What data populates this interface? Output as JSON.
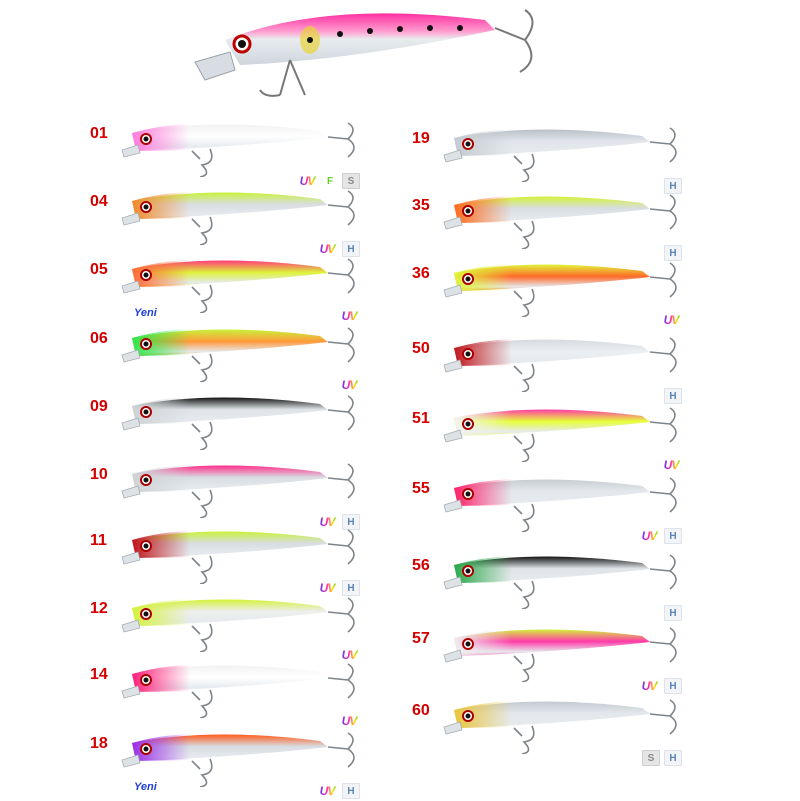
{
  "hero": {
    "name": "featured-lure",
    "colors": {
      "back": "#ff2ea0",
      "belly": "#e8ecef",
      "spot": "#111111",
      "gill": "#e8d43a"
    }
  },
  "badge_labels": {
    "uv": "UV",
    "h": "H",
    "f": "F",
    "s": "S",
    "yeni": "Yeni"
  },
  "left_column": [
    {
      "code": "01",
      "back": "#f2f2f2",
      "belly": "#ffffff",
      "head": "#ff7ad9",
      "badges": [
        "uv",
        "f",
        "s"
      ]
    },
    {
      "code": "04",
      "back": "#c9f23a",
      "belly": "#d9dde3",
      "head": "#f08a2a",
      "badges": [
        "uv",
        "h"
      ]
    },
    {
      "code": "05",
      "back": "#ff3a7a",
      "belly": "#ddf23a",
      "head": "#ff6a3a",
      "badges": [
        "uv"
      ],
      "yeni": true
    },
    {
      "code": "06",
      "back": "#c9f23a",
      "belly": "#ff9a3a",
      "head": "#2ee84a",
      "badges": [
        "uv"
      ]
    },
    {
      "code": "09",
      "back": "#111111",
      "belly": "#dfe3e6",
      "head": "#cfd3d6",
      "badges": []
    },
    {
      "code": "10",
      "back": "#ff2e8a",
      "belly": "#d8dde2",
      "head": "#cfd3d6",
      "badges": [
        "uv",
        "h"
      ]
    },
    {
      "code": "11",
      "back": "#c9f23a",
      "belly": "#d8dde2",
      "head": "#c0141a",
      "badges": [
        "uv",
        "h"
      ]
    },
    {
      "code": "12",
      "back": "#d4f23a",
      "belly": "#eeeeee",
      "head": "#d4f23a",
      "badges": [
        "uv"
      ]
    },
    {
      "code": "14",
      "back": "#f2f2f2",
      "belly": "#ffffff",
      "head": "#ff1f7a",
      "badges": [
        "uv"
      ]
    },
    {
      "code": "18",
      "back": "#ff5a1a",
      "belly": "#d8dde2",
      "head": "#9a2ee8",
      "badges": [
        "uv",
        "h"
      ],
      "yeni": true
    }
  ],
  "right_column": [
    {
      "code": "19",
      "back": "#b9c0c8",
      "belly": "#e2e6ea",
      "head": "#c4cad0",
      "badges": [
        "h"
      ]
    },
    {
      "code": "35",
      "back": "#d4f23a",
      "belly": "#d8dde2",
      "head": "#ff6a1a",
      "badges": [
        "h"
      ]
    },
    {
      "code": "36",
      "back": "#e0f53a",
      "belly": "#ff6a2a",
      "head": "#e0f53a",
      "badges": [
        "uv"
      ]
    },
    {
      "code": "50",
      "back": "#d6dadf",
      "belly": "#eceff2",
      "head": "#c0141a",
      "badges": [
        "h"
      ]
    },
    {
      "code": "51",
      "back": "#ff3aa8",
      "belly": "#e6ff3a",
      "head": "#f2f2f2",
      "badges": [
        "uv"
      ]
    },
    {
      "code": "55",
      "back": "#c8cdd2",
      "belly": "#e4e8ec",
      "head": "#ff1f6a",
      "badges": [
        "uv",
        "h"
      ]
    },
    {
      "code": "56",
      "back": "#111111",
      "belly": "#dfe3e6",
      "head": "#2aa84a",
      "badges": [
        "h"
      ]
    },
    {
      "code": "57",
      "back": "#d4f23a",
      "belly": "#ff3aa8",
      "head": "#eeeeee",
      "badges": [
        "uv",
        "h"
      ]
    },
    {
      "code": "60",
      "back": "#c4cad0",
      "belly": "#e4e8ec",
      "head": "#e8c43a",
      "badges": [
        "s",
        "h"
      ]
    }
  ]
}
